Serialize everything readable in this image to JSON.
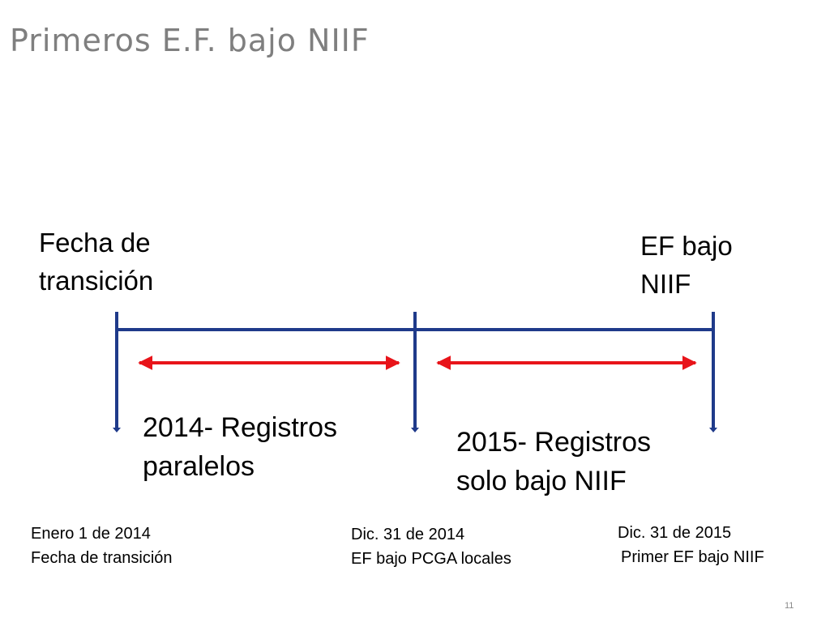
{
  "slide": {
    "title": "Primeros E.F. bajo NIIF",
    "page_number": "11"
  },
  "colors": {
    "timeline": "#1f3a8a",
    "arrow": "#e8141a",
    "title": "#7f7f7f"
  },
  "labels": {
    "start_top": [
      "Fecha de",
      "transición"
    ],
    "end_top": [
      "EF bajo",
      "NIIF"
    ],
    "period_2014": [
      "2014- Registros",
      "paralelos"
    ],
    "period_2015": [
      "2015- Registros",
      "solo bajo NIIF"
    ],
    "date_start": [
      "Enero 1 de 2014",
      "Fecha de transición"
    ],
    "date_mid": [
      "Dic. 31 de 2014",
      "EF bajo PCGA locales"
    ],
    "date_end": [
      "Dic. 31 de 2015",
      "Primer EF bajo NIIF"
    ]
  }
}
